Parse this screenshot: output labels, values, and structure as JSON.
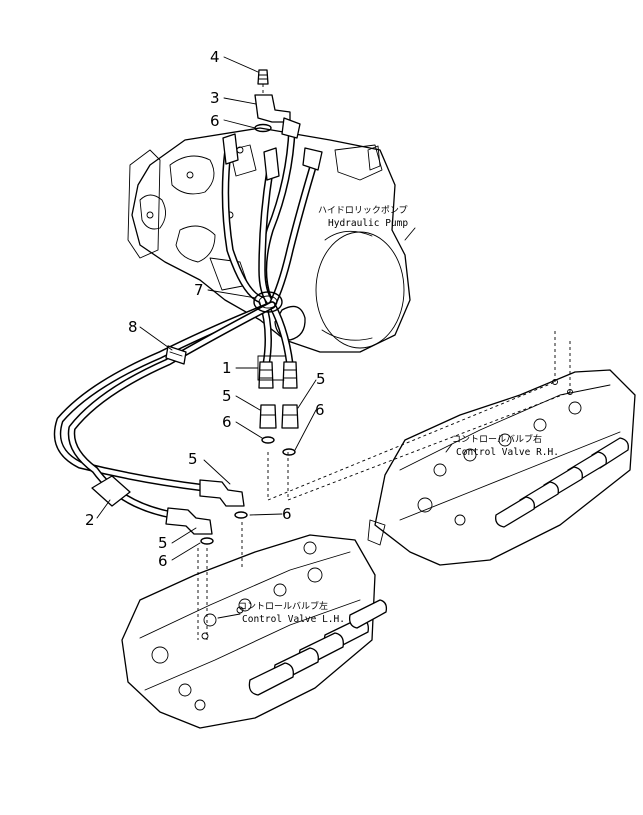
{
  "diagram": {
    "callouts": {
      "c1": "1",
      "c2": "2",
      "c3": "3",
      "c4": "4",
      "c5a": "5",
      "c5b": "5",
      "c5c": "5",
      "c5d": "5",
      "c6a": "6",
      "c6b": "6",
      "c6c": "6",
      "c6d": "6",
      "c6e": "6",
      "c7": "7",
      "c8": "8"
    },
    "labels": {
      "pump_jp": "ハイドロリックポンプ",
      "pump_en": "Hydraulic Pump",
      "cv_rh_jp": "コントロールバルブ右",
      "cv_rh_en": "Control Valve R.H.",
      "cv_lh_jp": "コントロールバルブ左",
      "cv_lh_en": "Control Valve L.H."
    }
  }
}
